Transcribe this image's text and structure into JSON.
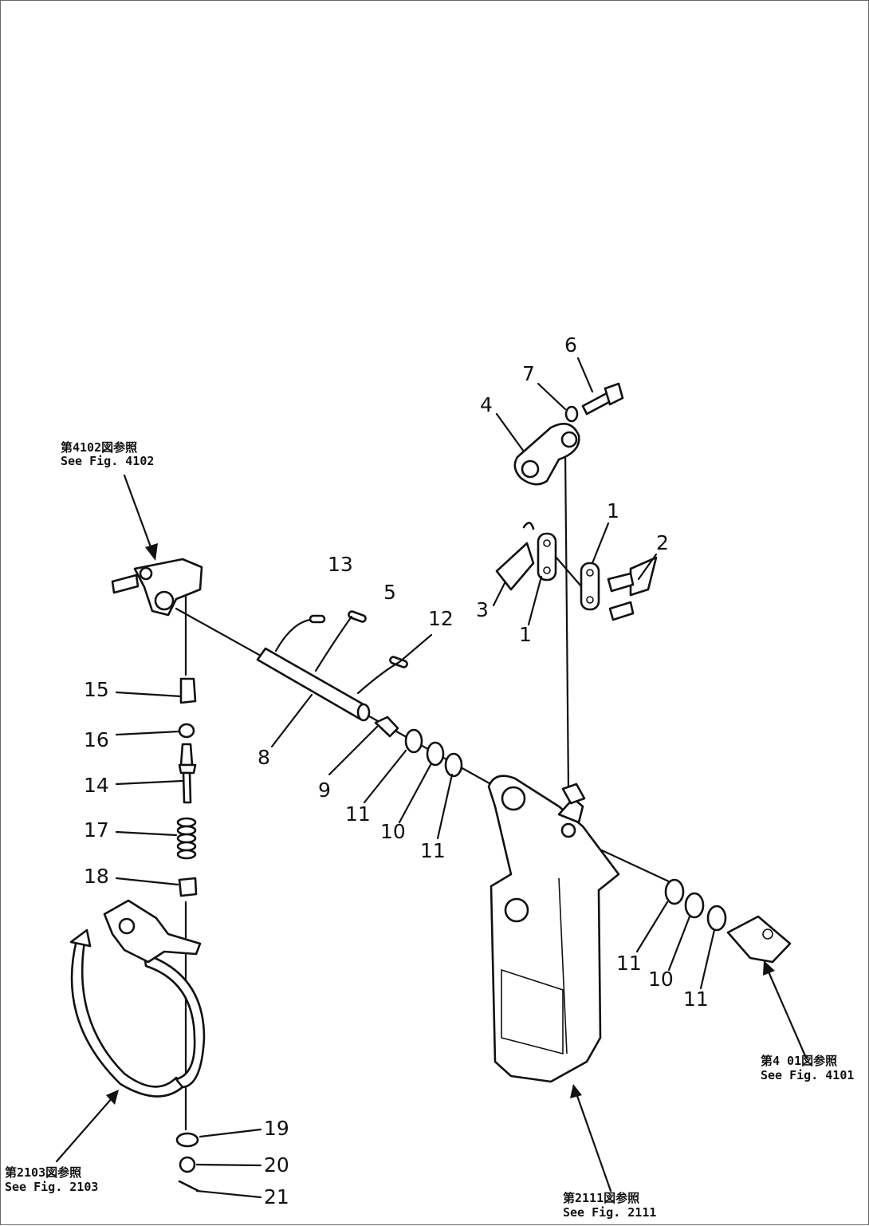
{
  "references": [
    {
      "jp": "第4102図参照",
      "en": "See Fig. 4102"
    },
    {
      "jp": "第4 01図参照",
      "en": "See Fig. 4101"
    },
    {
      "jp": "第2103図参照",
      "en": "See Fig. 2103"
    },
    {
      "jp": "第2111図参照",
      "en": "See Fig. 2111"
    }
  ],
  "callouts": [
    "6",
    "7",
    "4",
    "1",
    "2",
    "3",
    "1",
    "13",
    "5",
    "12",
    "8",
    "9",
    "11",
    "10",
    "11",
    "15",
    "16",
    "14",
    "17",
    "18",
    "11",
    "10",
    "11",
    "19",
    "20",
    "21"
  ]
}
